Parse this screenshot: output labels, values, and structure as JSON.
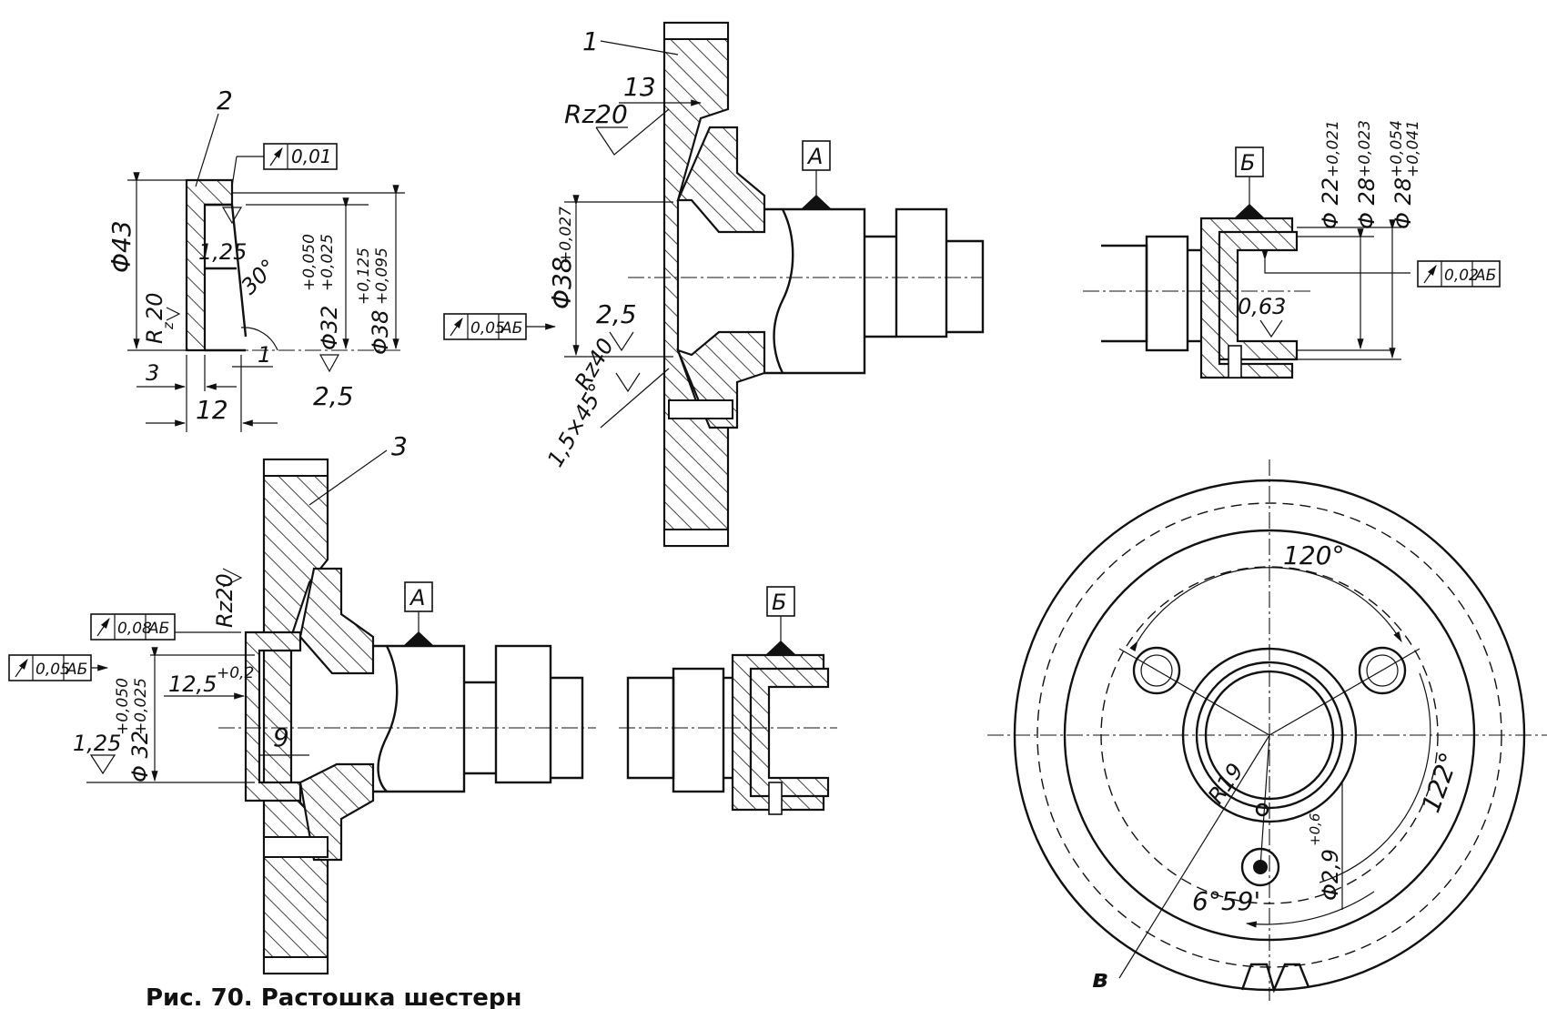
{
  "figure_caption": "Рис. 70. Растошка шестерн",
  "part_numbers": [
    "1",
    "2",
    "3"
  ],
  "view_labels": {
    "datum_a": "А",
    "datum_b": "Б",
    "view_v": "в"
  },
  "bushing": {
    "tolerance_frame": "0,01",
    "dim_outer": "Φ43",
    "dim_bore": "Φ32",
    "dim_bore_tol_upper": "+0,050",
    "dim_bore_tol_lower": "+0,025",
    "dim_seat": "Φ38",
    "dim_seat_tol_upper": "+0,125",
    "dim_seat_tol_lower": "+0,095",
    "chamfer_angle": "30°",
    "chamfer_len": "1",
    "roughness_inner": "1,25",
    "roughness_face": "R",
    "roughness_face_sub": "z",
    "roughness_face_val": "20",
    "roughness_bottom": "2,5",
    "dim_3": "3",
    "dim_12": "12"
  },
  "gear_top": {
    "dim_13": "13",
    "roughness_rz20": "Rz20",
    "dim_bore": "Φ38",
    "dim_bore_tol": "+0,027",
    "runout_value": "0,05",
    "runout_datums": "АБ",
    "roughness_25": "2,5",
    "roughness_rz40": "Rz40",
    "chamfer": "1,5×45°"
  },
  "shaft_b": {
    "dim_22": "Φ 22",
    "dim_22_tol": "+0,021",
    "dim_28a": "Φ 28",
    "dim_28a_tol": "+0,023",
    "dim_28b": "Φ 28",
    "dim_28b_tol_upper": "+0,054",
    "dim_28b_tol_lower": "+0,041",
    "runout_value": "0,02",
    "runout_datums": "АБ",
    "roughness": "0,63"
  },
  "assembly": {
    "roughness_rz20": "Rz20",
    "runout1_value": "0,08",
    "runout1_datums": "АБ",
    "runout2_value": "0,05",
    "runout2_datums": "АБ",
    "dim_125": "12,5",
    "dim_125_tol": "+0,2",
    "dim_bore": "Φ 32",
    "dim_bore_tol_upper": "+0,050",
    "dim_bore_tol_lower": "+0,025",
    "roughness_125": "1,25",
    "dim_9": "9"
  },
  "circular_view": {
    "angle_120": "120°",
    "angle_122": "122°",
    "radius": "R19",
    "hole_dim": "Φ2,9",
    "hole_tol": "+0,6",
    "angle_659": "6°59'"
  }
}
